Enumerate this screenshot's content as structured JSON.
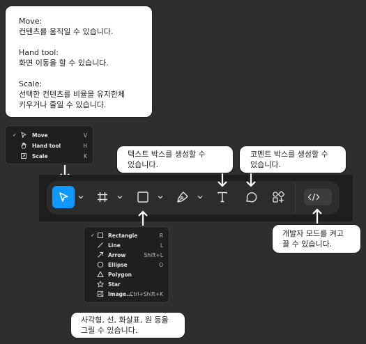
{
  "callouts": {
    "move_scale": {
      "move_title": "Move:",
      "move_desc": "컨텐츠를 움직일 수 있습니다.",
      "hand_title": "Hand tool:",
      "hand_desc": "화면 이동을 할 수 있습니다.",
      "scale_title": "Scale:",
      "scale_desc_1": "선택한 컨텐츠를 비율을 유지한체",
      "scale_desc_2": "키우거나 줄일 수 있습니다."
    },
    "text": {
      "line1": "텍스트 박스를 생성할 수",
      "line2": "있습니다."
    },
    "comment": {
      "line1": "코멘트 박스를 생성할 수",
      "line2": "있습니다."
    },
    "dev_mode": {
      "line1": "개발자 모드를 켜고",
      "line2": "끌 수 있습니다."
    },
    "shapes": {
      "line1": "사각형, 선, 화살표, 원 등을",
      "line2": "그릴 수 있습니다."
    }
  },
  "move_menu": {
    "items": [
      {
        "label": "Move",
        "shortcut": "V",
        "icon": "cursor-icon",
        "checked": true
      },
      {
        "label": "Hand tool",
        "shortcut": "H",
        "icon": "hand-icon",
        "checked": false
      },
      {
        "label": "Scale",
        "shortcut": "K",
        "icon": "scale-icon",
        "checked": false
      }
    ]
  },
  "shape_menu": {
    "items": [
      {
        "label": "Rectangle",
        "shortcut": "R",
        "icon": "rectangle-icon",
        "checked": true
      },
      {
        "label": "Line",
        "shortcut": "L",
        "icon": "line-icon",
        "checked": false
      },
      {
        "label": "Arrow",
        "shortcut": "Shift+L",
        "icon": "arrow-icon",
        "checked": false
      },
      {
        "label": "Ellipse",
        "shortcut": "O",
        "icon": "ellipse-icon",
        "checked": false
      },
      {
        "label": "Polygon",
        "shortcut": "",
        "icon": "polygon-icon",
        "checked": false
      },
      {
        "label": "Star",
        "shortcut": "",
        "icon": "star-icon",
        "checked": false
      },
      {
        "label": "Image...",
        "shortcut": "Ctrl+Shift+K",
        "icon": "image-icon",
        "checked": false
      }
    ]
  },
  "toolbar": {
    "tools": [
      "move-tool",
      "frame-tool",
      "shape-tool",
      "pen-tool",
      "text-tool",
      "comment-tool",
      "actions-tool",
      "dev-mode-toggle"
    ],
    "active_tool": "move-tool"
  },
  "colors": {
    "background": "#2e2e2e",
    "toolbar": "#2c2c2c",
    "active": "#0d99ff",
    "callout_bg": "#ffffff"
  }
}
